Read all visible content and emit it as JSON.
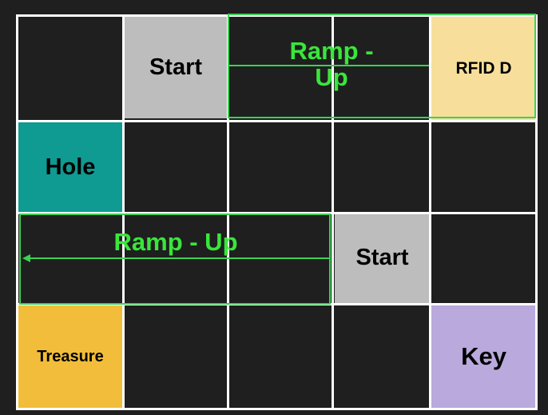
{
  "colors": {
    "background": "#1f1f1f",
    "grid": "#ffffff",
    "ramp": "#39d353",
    "start": "#bdbdbd",
    "rfid": "#f7df9b",
    "hole": "#0f9a92",
    "treasure": "#f2bd3a",
    "key": "#b9a9dc"
  },
  "tiles": {
    "start_top": "Start",
    "rfid": "RFID D",
    "hole": "Hole",
    "start_mid": "Start",
    "treasure": "Treasure",
    "key": "Key"
  },
  "ramps": {
    "top_line1": "Ramp -",
    "top_line2": "Up",
    "middle": "Ramp - Up"
  }
}
